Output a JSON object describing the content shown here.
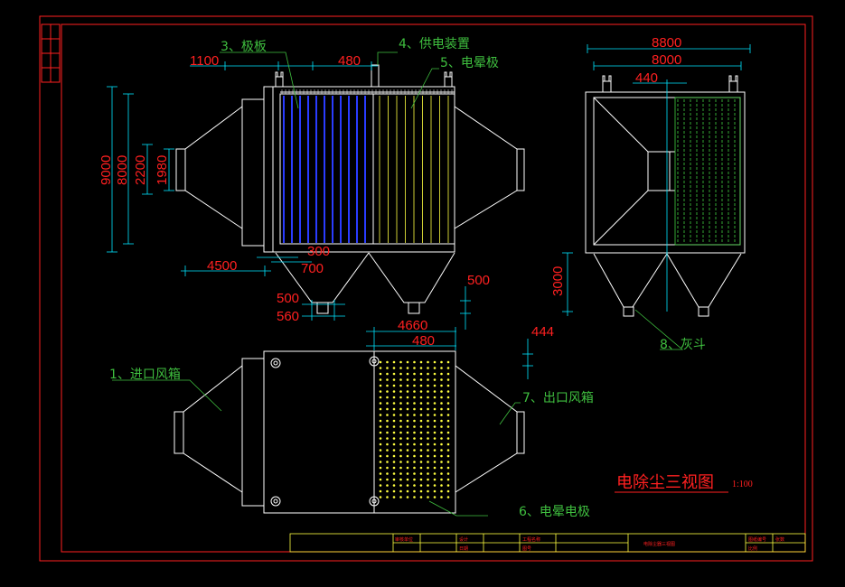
{
  "drawing": {
    "title": "电除尘三视图",
    "scale": "1:100"
  },
  "labels": {
    "plate": "3、极板",
    "power": "4、供电装置",
    "corona": "5、电晕极",
    "inlet": "1、进口风箱",
    "corona_wire": "6、电晕电极",
    "outlet": "7、出口风箱",
    "hopper": "8、灰斗"
  },
  "dims_front": {
    "d1100": "1100",
    "d480_top": "480",
    "d9000": "9000",
    "d8000": "8000",
    "d2200": "2200",
    "d1980": "1980",
    "d4500": "4500",
    "d300": "300",
    "d700": "700",
    "d500_left": "500",
    "d560": "560",
    "d500_right": "500"
  },
  "dims_side": {
    "d8800": "8800",
    "d8000": "8000",
    "d440": "440",
    "d3000": "3000"
  },
  "dims_plan": {
    "d4660": "4660",
    "d480": "480",
    "d444": "444"
  },
  "title_block": {
    "cells": [
      "审核单位",
      "设计",
      "日期",
      "工程名称",
      "图号",
      "电除尘器三视图",
      "图纸编号",
      "比例",
      "张数"
    ]
  },
  "colors": {
    "frame": "#ff2020",
    "outline": "#ffffff",
    "dim_line": "#00e5ff",
    "text_dim": "#ff2020",
    "label": "#3fbf3f",
    "plate": "#2a3cff",
    "corona": "#ffff40",
    "wire": "#40d040"
  }
}
